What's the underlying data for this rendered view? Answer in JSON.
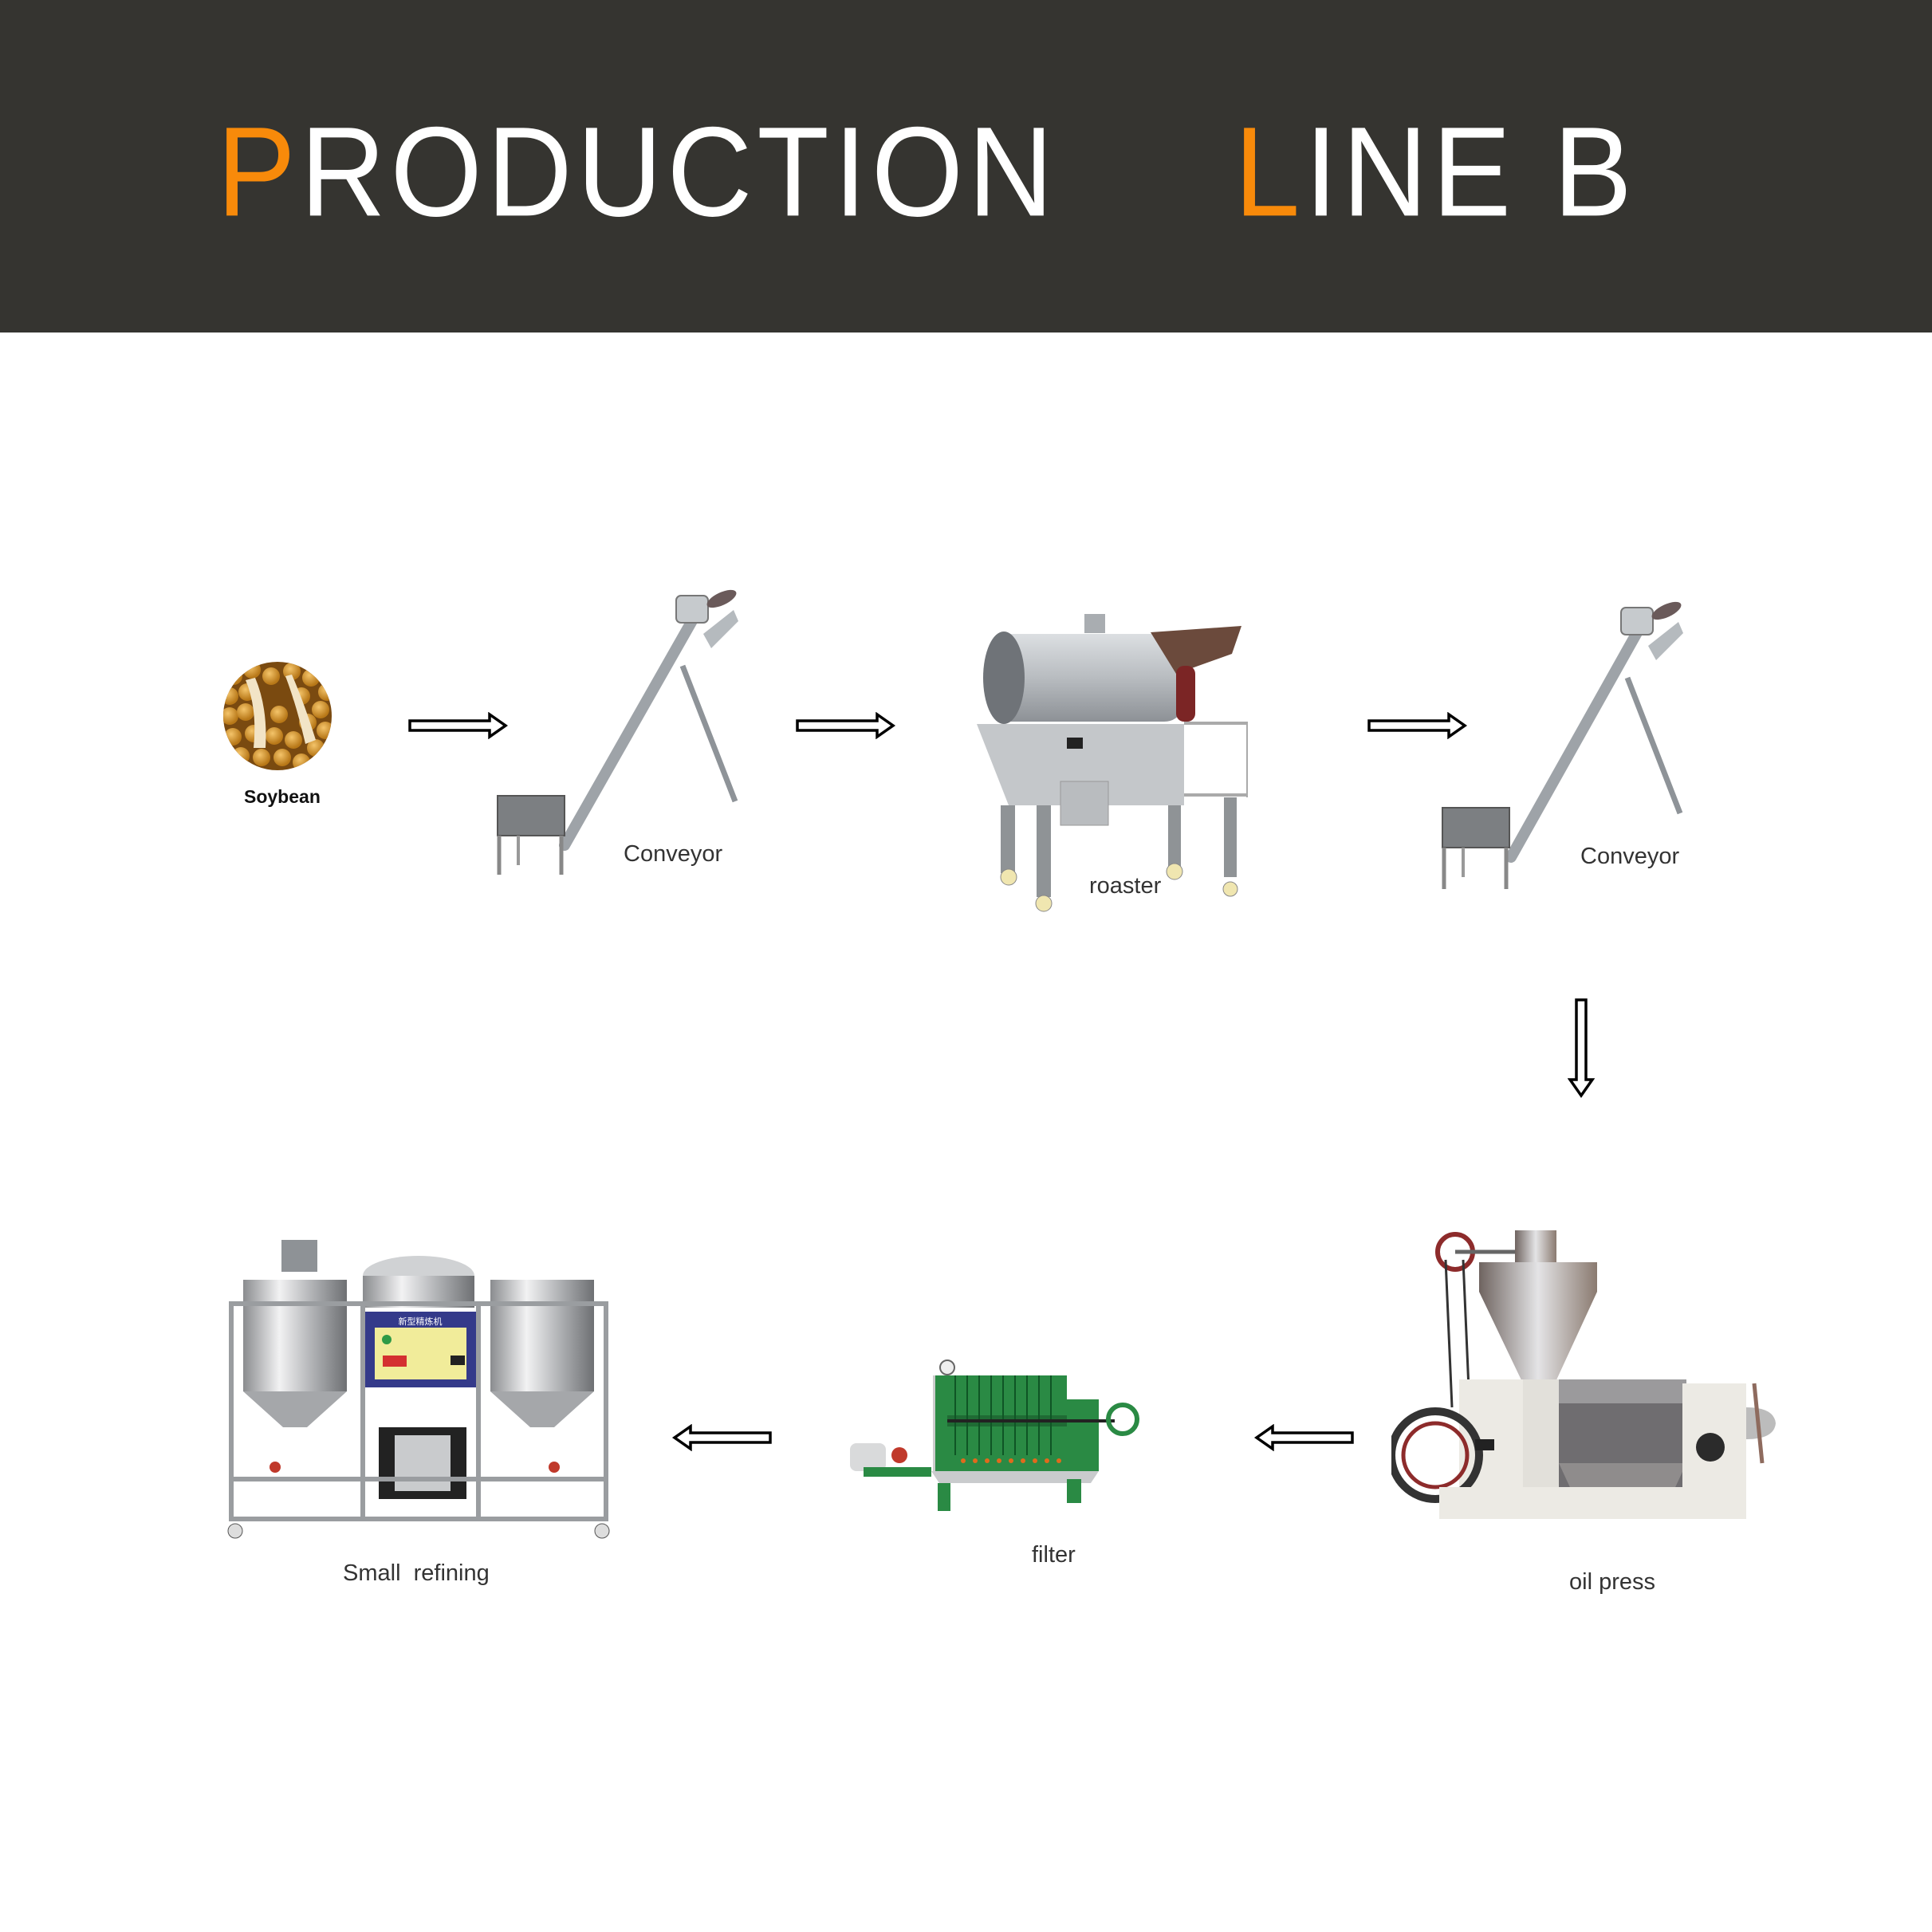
{
  "header": {
    "title_word1_initial": "P",
    "title_word1_rest": "RODUCTION",
    "title_word2_initial": "L",
    "title_word2_rest": "INE B",
    "background_color": "#353430",
    "accent_color": "#f88a0a",
    "text_color": "#ffffff"
  },
  "flow": {
    "steps": [
      {
        "id": "soybean",
        "label": "Soybean",
        "image": "soybean-icon"
      },
      {
        "id": "conveyor1",
        "label": "Conveyor",
        "image": "screw-conveyor-icon"
      },
      {
        "id": "roaster",
        "label": "roaster",
        "image": "roaster-machine-icon"
      },
      {
        "id": "conveyor2",
        "label": "Conveyor",
        "image": "screw-conveyor-icon"
      },
      {
        "id": "oil_press",
        "label": "oil press",
        "image": "oil-press-machine-icon"
      },
      {
        "id": "filter",
        "label": "filter",
        "image": "filter-press-icon"
      },
      {
        "id": "refining",
        "label": "Small  refining",
        "image": "refining-machine-icon"
      }
    ],
    "arrows": [
      "right",
      "right",
      "right",
      "down",
      "left",
      "left"
    ],
    "refining_panel_text": "新型精炼机"
  }
}
